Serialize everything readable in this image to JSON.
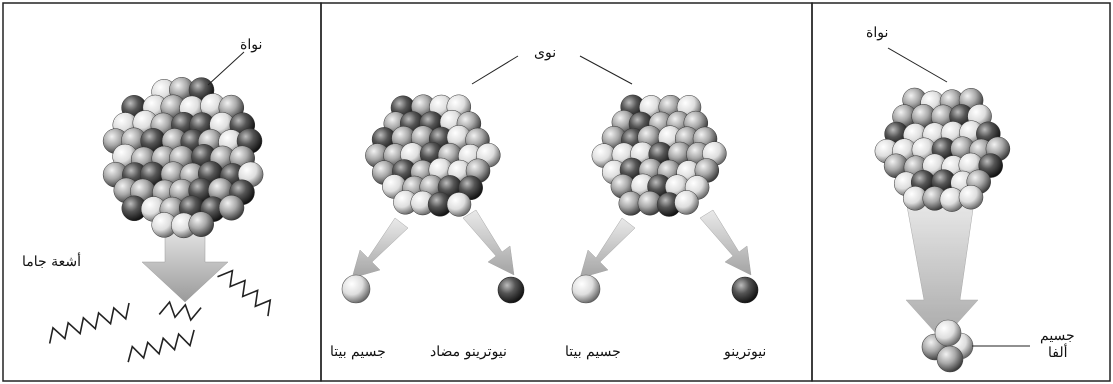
{
  "panels": {
    "gamma": {
      "nucleus_label": "نواة",
      "ray_label": "أشعة جاما"
    },
    "beta": {
      "nuclei_label": "نوى",
      "beta_particle_left": "جسيم بيتا",
      "antineutrino": "نيوترينو مضاد",
      "beta_particle_right": "جسيم بيتا",
      "neutrino": "نيوترينو"
    },
    "alpha": {
      "nucleus_label": "نواة",
      "alpha_particle_line1": "جسيم",
      "alpha_particle_line2": "ألفا"
    }
  },
  "colors": {
    "border": "#222222",
    "light_ball": "#e6e6e6",
    "dark_ball": "#4a4a4a",
    "mid_ball": "#a8a8a8",
    "arrow": "#bdbdbd"
  }
}
